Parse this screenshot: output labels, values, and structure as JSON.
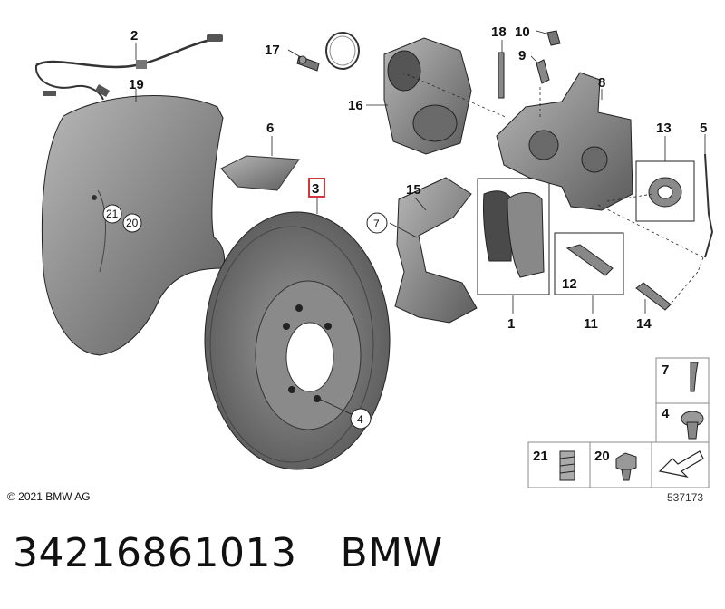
{
  "callouts": {
    "c1": "1",
    "c2": "2",
    "c3": "3",
    "c4": "4",
    "c5": "5",
    "c6": "6",
    "c7": "7",
    "c8": "8",
    "c9": "9",
    "c10": "10",
    "c11": "11",
    "c12": "12",
    "c13": "13",
    "c14": "14",
    "c15": "15",
    "c16": "16",
    "c17": "17",
    "c18": "18",
    "c19": "19",
    "c20": "20",
    "c21": "21"
  },
  "legend": {
    "item7": "7",
    "item4": "4",
    "item21": "21",
    "item20": "20"
  },
  "copyright": "© 2021 BMW AG",
  "image_number": "537173",
  "part_number": "34216861013",
  "brand": "BMW",
  "colors": {
    "highlight": "#d0202a",
    "part_fill": "#7a7a7a",
    "line": "#1a1a1a"
  }
}
